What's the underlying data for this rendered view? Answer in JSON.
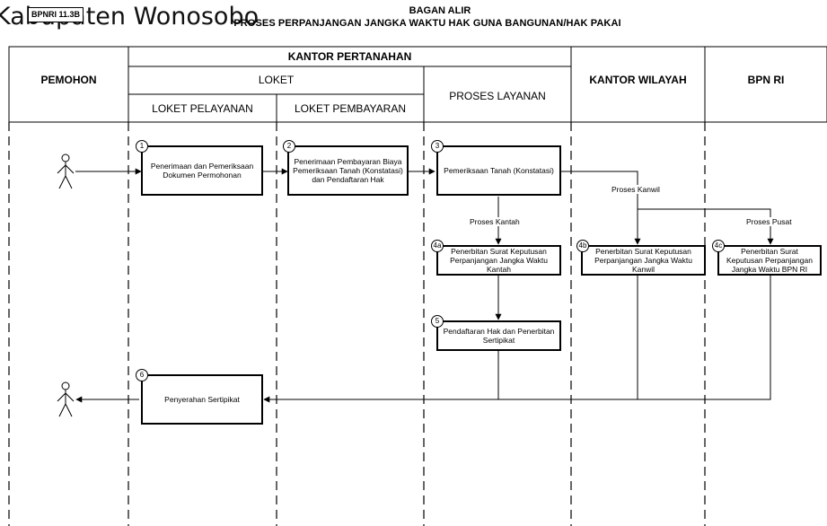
{
  "logo": {
    "text": "Kabupaten Wonosobo"
  },
  "header": {
    "code": "BPNRI 11.3B",
    "title": "BAGAN ALIR",
    "subtitle": "PROSES PERPANJANGAN JANGKA WAKTU HAK GUNA BANGUNAN/HAK PAKAI"
  },
  "columns": {
    "pemohon": "PEMOHON",
    "kantor_pertanahan": "KANTOR PERTANAHAN",
    "loket": "LOKET",
    "loket_pelayanan": "LOKET PELAYANAN",
    "loket_pembayaran": "LOKET PEMBAYARAN",
    "proses_layanan": "PROSES LAYANAN",
    "kantor_wilayah": "KANTOR WILAYAH",
    "bpn_ri": "BPN RI"
  },
  "steps": {
    "s1": {
      "num": "1",
      "text": "Penerimaan dan Pemeriksaan Dokumen Permohonan"
    },
    "s2": {
      "num": "2",
      "text": "Penerimaan Pembayaran Biaya Pemeriksaan Tanah (Konstatasi) dan Pendaftaran Hak"
    },
    "s3": {
      "num": "3",
      "text": "Pemeriksaan Tanah (Konstatasi)"
    },
    "s4a": {
      "num": "4a",
      "text": "Penerbitan Surat Keputusan Perpanjangan Jangka Waktu Kantah"
    },
    "s4b": {
      "num": "4b",
      "text": "Penerbitan Surat Keputusan Perpanjangan Jangka Waktu Kanwil"
    },
    "s4c": {
      "num": "4c",
      "text": "Penerbitan Surat Keputusan Perpanjangan Jangka Waktu BPN RI"
    },
    "s5": {
      "num": "5",
      "text": "Pendaftaran Hak dan Penerbitan Sertipikat"
    },
    "s6": {
      "num": "6",
      "text": "Penyerahan Sertipikat"
    }
  },
  "flow_labels": {
    "kantah": "Proses Kantah",
    "kanwil": "Proses Kanwil",
    "pusat": "Proses Pusat"
  }
}
